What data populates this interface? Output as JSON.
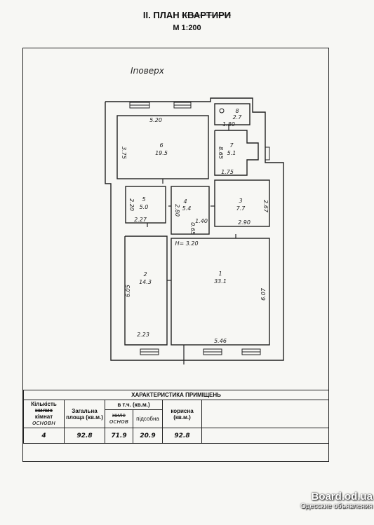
{
  "header": {
    "title_prefix": "ІІ. ПЛАН ",
    "title_struck": "КВАРТИРИ",
    "scale": "М 1:200"
  },
  "plan": {
    "floor_label": "Іповерх",
    "rooms": [
      {
        "num": "6",
        "area": "19.5",
        "dims": [
          "5.20",
          "3.75"
        ]
      },
      {
        "num": "7",
        "area": "5.1",
        "dims": [
          "8.65",
          "1.75"
        ]
      },
      {
        "num": "8",
        "area": "2.7",
        "dims": [
          "1.80"
        ]
      },
      {
        "num": "5",
        "area": "5.0",
        "dims": [
          "2.20",
          "2.27"
        ]
      },
      {
        "num": "4",
        "area": "5.4",
        "dims": [
          "2.80",
          "1.40",
          "0.65"
        ]
      },
      {
        "num": "3",
        "area": "7.7",
        "dims": [
          "2.67",
          "2.90"
        ]
      },
      {
        "num": "2",
        "area": "14.3",
        "dims": [
          "6.05",
          "2.23"
        ]
      },
      {
        "num": "1",
        "area": "33.1",
        "dims": [
          "6.07",
          "5.46"
        ]
      }
    ],
    "height_label": "H= 3.20"
  },
  "table": {
    "title": "ХАРАКТЕРИСТИКА ПРИМІЩЕНЬ",
    "col1_line1": "Кількість",
    "col1_line2_struck": "жилих",
    "col1_line3": "кімнат",
    "col1_hand": "основн",
    "col2": "Загальна площа (кв.м.)",
    "col3": "в т.ч. (кв.м.)",
    "col3a_struck": "жиле",
    "col3a_hand": "основ",
    "col3b": "підсобна",
    "col4": "корисна (кв.м.)",
    "values": [
      "4",
      "92.8",
      "71.9",
      "20.9",
      "92.8"
    ]
  },
  "watermark": {
    "site": "Board.od.ua",
    "subtitle": "Одесские объявления"
  }
}
